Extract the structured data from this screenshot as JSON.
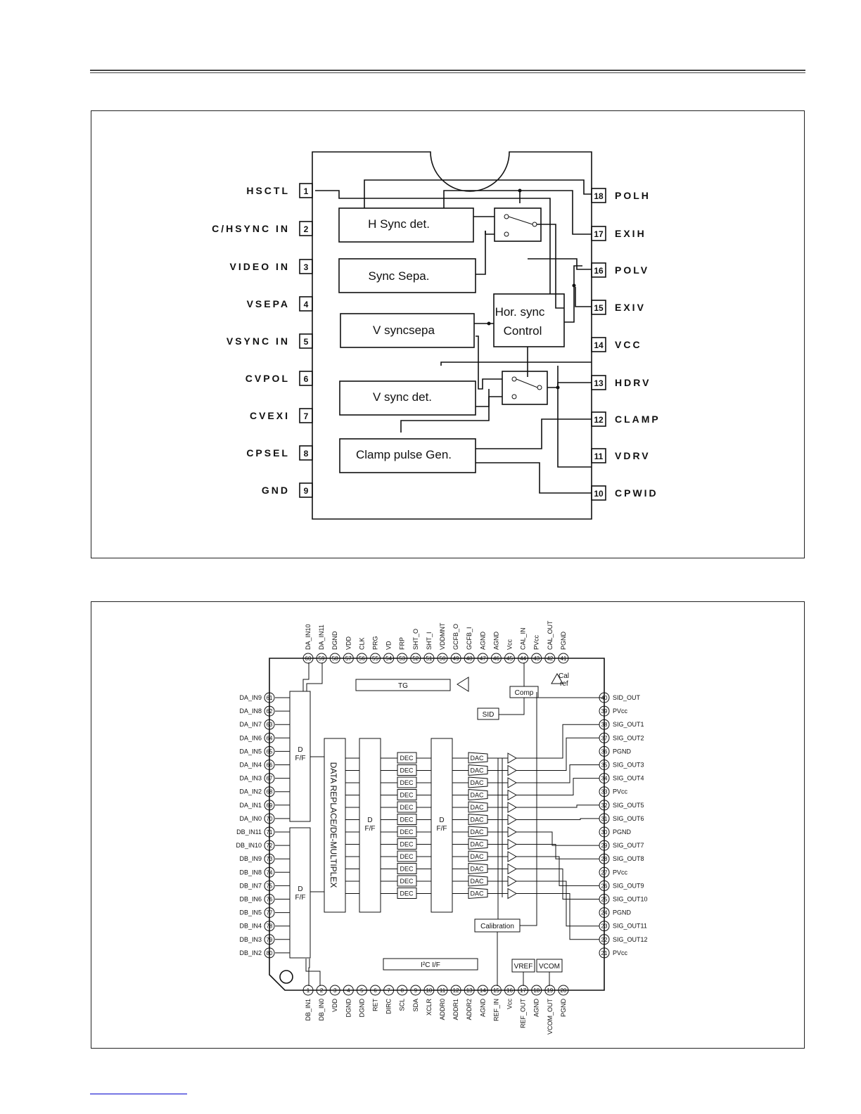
{
  "chip1": {
    "left_pins": [
      {
        "num": "1",
        "label": "HSCTL"
      },
      {
        "num": "2",
        "label": "C/HSYNC IN"
      },
      {
        "num": "3",
        "label": "VIDEO IN"
      },
      {
        "num": "4",
        "label": "VSEPA"
      },
      {
        "num": "5",
        "label": "VSYNC IN"
      },
      {
        "num": "6",
        "label": "CVPOL"
      },
      {
        "num": "7",
        "label": "CVEXI"
      },
      {
        "num": "8",
        "label": "CPSEL"
      },
      {
        "num": "9",
        "label": "GND"
      }
    ],
    "right_pins": [
      {
        "num": "18",
        "label": "POLH"
      },
      {
        "num": "17",
        "label": "EXIH"
      },
      {
        "num": "16",
        "label": "POLV"
      },
      {
        "num": "15",
        "label": "EXIV"
      },
      {
        "num": "14",
        "label": "VCC"
      },
      {
        "num": "13",
        "label": "HDRV"
      },
      {
        "num": "12",
        "label": "CLAMP"
      },
      {
        "num": "11",
        "label": "VDRV"
      },
      {
        "num": "10",
        "label": "CPWID"
      }
    ],
    "blocks": {
      "h_sync_det": "H Sync det.",
      "sync_sepa": "Sync Sepa.",
      "v_syncsepa": "V syncsepa",
      "v_sync_det": "V sync det.",
      "clamp_pulse_gen": "Clamp pulse Gen.",
      "hor_sync_control_1": "Hor. sync",
      "hor_sync_control_2": "Control"
    }
  },
  "chip2": {
    "top_pins": [
      {
        "num": "60",
        "label": "DA_IN10"
      },
      {
        "num": "59",
        "label": "DA_IN11"
      },
      {
        "num": "58",
        "label": "DGND"
      },
      {
        "num": "57",
        "label": "VDD"
      },
      {
        "num": "56",
        "label": "CLK"
      },
      {
        "num": "55",
        "label": "PRG"
      },
      {
        "num": "54",
        "label": "VD"
      },
      {
        "num": "53",
        "label": "FRP"
      },
      {
        "num": "52",
        "label": "SHT_O"
      },
      {
        "num": "51",
        "label": "SHT_I"
      },
      {
        "num": "50",
        "label": "VDDMNT"
      },
      {
        "num": "49",
        "label": "GCFB_O"
      },
      {
        "num": "48",
        "label": "GCFB_I"
      },
      {
        "num": "47",
        "label": "AGND"
      },
      {
        "num": "46",
        "label": "AGND"
      },
      {
        "num": "45",
        "label": "Vcc"
      },
      {
        "num": "44",
        "label": "CAL_IN"
      },
      {
        "num": "43",
        "label": "PVcc"
      },
      {
        "num": "42",
        "label": "CAL_OUT"
      },
      {
        "num": "41",
        "label": "PGND"
      }
    ],
    "left_pins": [
      {
        "num": "61",
        "label": "DA_IN9"
      },
      {
        "num": "62",
        "label": "DA_IN8"
      },
      {
        "num": "63",
        "label": "DA_IN7"
      },
      {
        "num": "64",
        "label": "DA_IN6"
      },
      {
        "num": "65",
        "label": "DA_IN5"
      },
      {
        "num": "66",
        "label": "DA_IN4"
      },
      {
        "num": "67",
        "label": "DA_IN3"
      },
      {
        "num": "68",
        "label": "DA_IN2"
      },
      {
        "num": "69",
        "label": "DA_IN1"
      },
      {
        "num": "70",
        "label": "DA_IN0"
      },
      {
        "num": "71",
        "label": "DB_IN11"
      },
      {
        "num": "72",
        "label": "DB_IN10"
      },
      {
        "num": "73",
        "label": "DB_IN9"
      },
      {
        "num": "74",
        "label": "DB_IN8"
      },
      {
        "num": "75",
        "label": "DB_IN7"
      },
      {
        "num": "76",
        "label": "DB_IN6"
      },
      {
        "num": "77",
        "label": "DB_IN5"
      },
      {
        "num": "78",
        "label": "DB_IN4"
      },
      {
        "num": "79",
        "label": "DB_IN3"
      },
      {
        "num": "80",
        "label": "DB_IN2"
      }
    ],
    "right_pins": [
      {
        "num": "40",
        "label": "SID_OUT"
      },
      {
        "num": "39",
        "label": "PVcc"
      },
      {
        "num": "38",
        "label": "SIG_OUT1"
      },
      {
        "num": "37",
        "label": "SIG_OUT2"
      },
      {
        "num": "36",
        "label": "PGND"
      },
      {
        "num": "35",
        "label": "SIG_OUT3"
      },
      {
        "num": "34",
        "label": "SIG_OUT4"
      },
      {
        "num": "33",
        "label": "PVcc"
      },
      {
        "num": "32",
        "label": "SIG_OUT5"
      },
      {
        "num": "31",
        "label": "SIG_OUT6"
      },
      {
        "num": "30",
        "label": "PGND"
      },
      {
        "num": "29",
        "label": "SIG_OUT7"
      },
      {
        "num": "28",
        "label": "SIG_OUT8"
      },
      {
        "num": "27",
        "label": "PVcc"
      },
      {
        "num": "26",
        "label": "SIG_OUT9"
      },
      {
        "num": "25",
        "label": "SIG_OUT10"
      },
      {
        "num": "24",
        "label": "PGND"
      },
      {
        "num": "23",
        "label": "SIG_OUT11"
      },
      {
        "num": "22",
        "label": "SIG_OUT12"
      },
      {
        "num": "21",
        "label": "PVcc"
      }
    ],
    "bottom_pins": [
      {
        "num": "1",
        "label": "DB_IN1"
      },
      {
        "num": "2",
        "label": "DB_IN0"
      },
      {
        "num": "3",
        "label": "VDD"
      },
      {
        "num": "4",
        "label": "DGND"
      },
      {
        "num": "5",
        "label": "DGND"
      },
      {
        "num": "6",
        "label": "RET"
      },
      {
        "num": "7",
        "label": "DIRC"
      },
      {
        "num": "8",
        "label": "SCL"
      },
      {
        "num": "9",
        "label": "SDA"
      },
      {
        "num": "10",
        "label": "XCLR"
      },
      {
        "num": "11",
        "label": "ADDR0"
      },
      {
        "num": "12",
        "label": "ADDR1"
      },
      {
        "num": "13",
        "label": "ADDR2"
      },
      {
        "num": "14",
        "label": "AGND"
      },
      {
        "num": "15",
        "label": "REF_IN"
      },
      {
        "num": "16",
        "label": "Vcc"
      },
      {
        "num": "17",
        "label": "REF_OUT"
      },
      {
        "num": "18",
        "label": "AGND"
      },
      {
        "num": "19",
        "label": "VCOM_OUT"
      },
      {
        "num": "20",
        "label": "PGND"
      }
    ],
    "blocks": {
      "tg": "TG",
      "comp": "Comp",
      "sid": "SID",
      "cal_ref_1": "Cal",
      "cal_ref_2": "ref",
      "dff_a_1": "D",
      "dff_a_2": "F/F",
      "dff_b_1": "D",
      "dff_b_2": "F/F",
      "data_replace": "DATA REPLACE/DE-MULTIPLEX",
      "dff_mid_1": "D",
      "dff_mid_2": "F/F",
      "dff_right_1": "D",
      "dff_right_2": "F/F",
      "dec": "DEC",
      "dac": "DAC",
      "calibration": "Calibration",
      "i2c": "I²C I/F",
      "vref": "VREF",
      "vcom": "VCOM"
    }
  }
}
